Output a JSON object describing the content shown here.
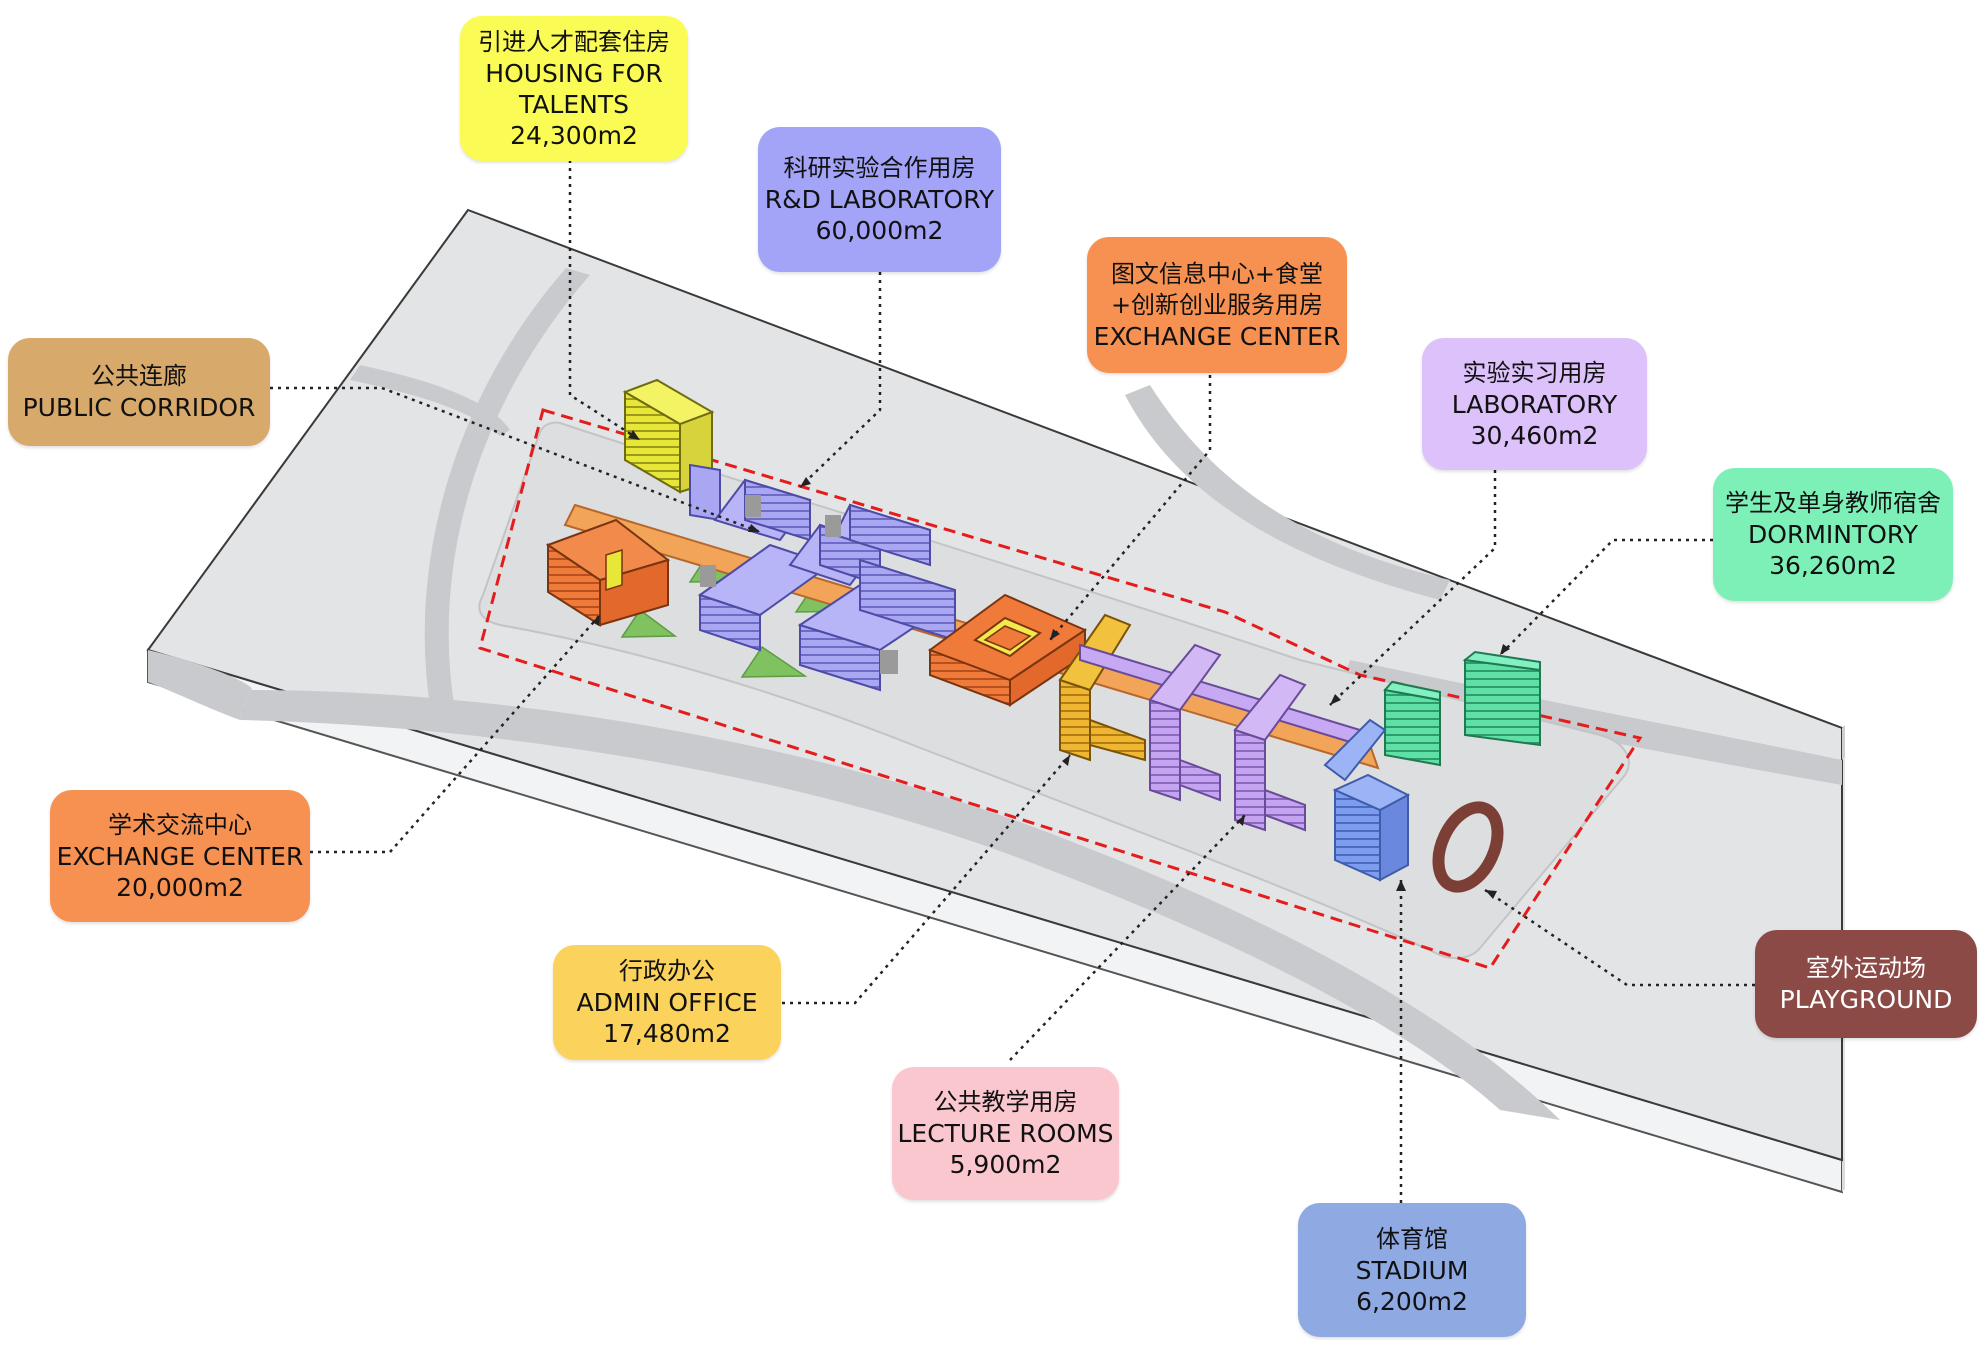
{
  "labels": {
    "housing": {
      "cn": "引进人才配套住房",
      "en1": "HOUSING FOR",
      "en2": "TALENTS",
      "area": "24,300m2",
      "color": "#fbfb55"
    },
    "rd_lab": {
      "cn": "科研实验合作用房",
      "en": "R&D LABORATORY",
      "area": "60,000m2",
      "color": "#a3a3f7"
    },
    "exchange_center_main": {
      "cn1": "图文信息中心+食堂",
      "cn2": "+创新创业服务用房",
      "en": "EXCHANGE CENTER",
      "color": "#f79152"
    },
    "public_corridor": {
      "cn": "公共连廊",
      "en": "PUBLIC CORRIDOR",
      "color": "#d7aa6b"
    },
    "laboratory": {
      "cn": "实验实习用房",
      "en": "LABORATORY",
      "area": "30,460m2",
      "color": "#dcc1fb"
    },
    "dormitory": {
      "cn": "学生及单身教师宿舍",
      "en": "DORMINTORY",
      "area": "36,260m2",
      "color": "#7df0b8"
    },
    "academic_exchange": {
      "cn": "学术交流中心",
      "en": "EXCHANGE CENTER",
      "area": "20,000m2",
      "color": "#f79152"
    },
    "admin_office": {
      "cn": "行政办公",
      "en": "ADMIN OFFICE",
      "area": "17,480m2",
      "color": "#fbd35c"
    },
    "lecture_rooms": {
      "cn": "公共教学用房",
      "en": "LECTURE ROOMS",
      "area": "5,900m2",
      "color": "#fbc7cf"
    },
    "stadium": {
      "cn": "体育馆",
      "en": "STADIUM",
      "area": "6,200m2",
      "color": "#8fa9e3"
    },
    "playground": {
      "cn": "室外运动场",
      "en": "PLAYGROUND",
      "color": "#8b4a45"
    }
  },
  "colors": {
    "site_top": "#e2e4e6",
    "site_side": "#f3f4f5",
    "road": "#c8cacd",
    "boundary": "#e41c1c",
    "corridor": "#f2a458",
    "courtyard": "#7fc25f",
    "track": "#7b3f36"
  }
}
